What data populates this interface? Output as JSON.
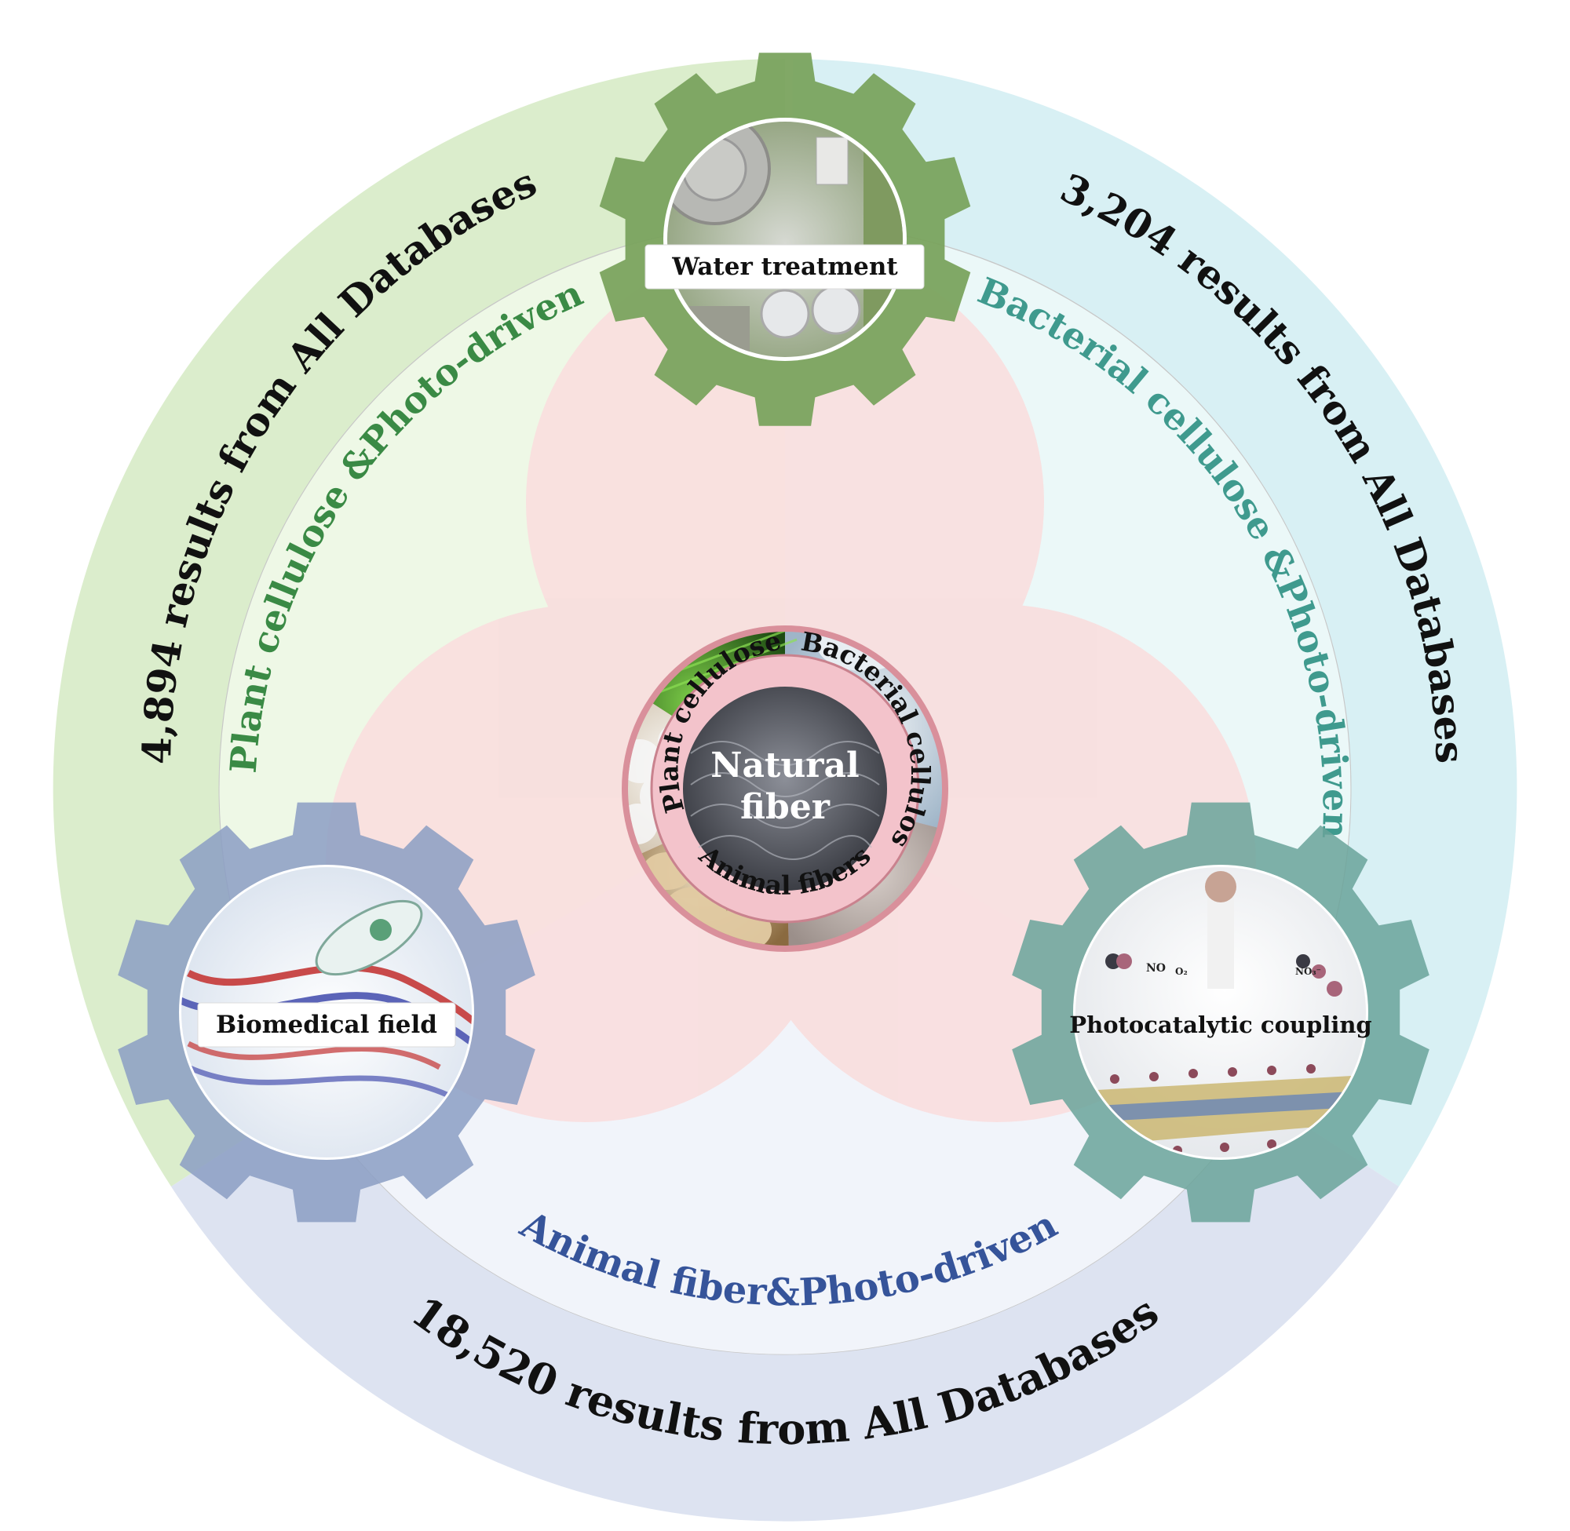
{
  "outer_ring": {
    "left_count": "4,894 results from All Databases",
    "right_count": "3,204 results from All Databases",
    "bottom_count": "18,520 results from All Databases"
  },
  "inner_ring": {
    "left_title": "Plant cellulose &Photo-driven",
    "right_title": "Bacterial cellulose &Photo-driven",
    "bottom_title": "Animal fiber&Photo-driven"
  },
  "center": {
    "line1": "Natural",
    "line2": "fiber",
    "ring_plant": "Plant cellulose",
    "ring_bacterial": "Bacterial cellulose",
    "ring_animal": "Animal fibers"
  },
  "applications": {
    "top": "Water treatment",
    "left": "Biomedical field",
    "right": "Photocatalytic coupling"
  },
  "photo_labels": {
    "no": "NO",
    "o2": "O₂",
    "no3": "NO₃⁻"
  },
  "colors": {
    "plant_green": "#3a9a2a",
    "plant_text_green": "#2f8a52",
    "bacterial_teal": "#4aa59a",
    "animal_blue": "#3b4f9a",
    "pink": "#f2c4c4",
    "center_ring": "#c9828e"
  }
}
